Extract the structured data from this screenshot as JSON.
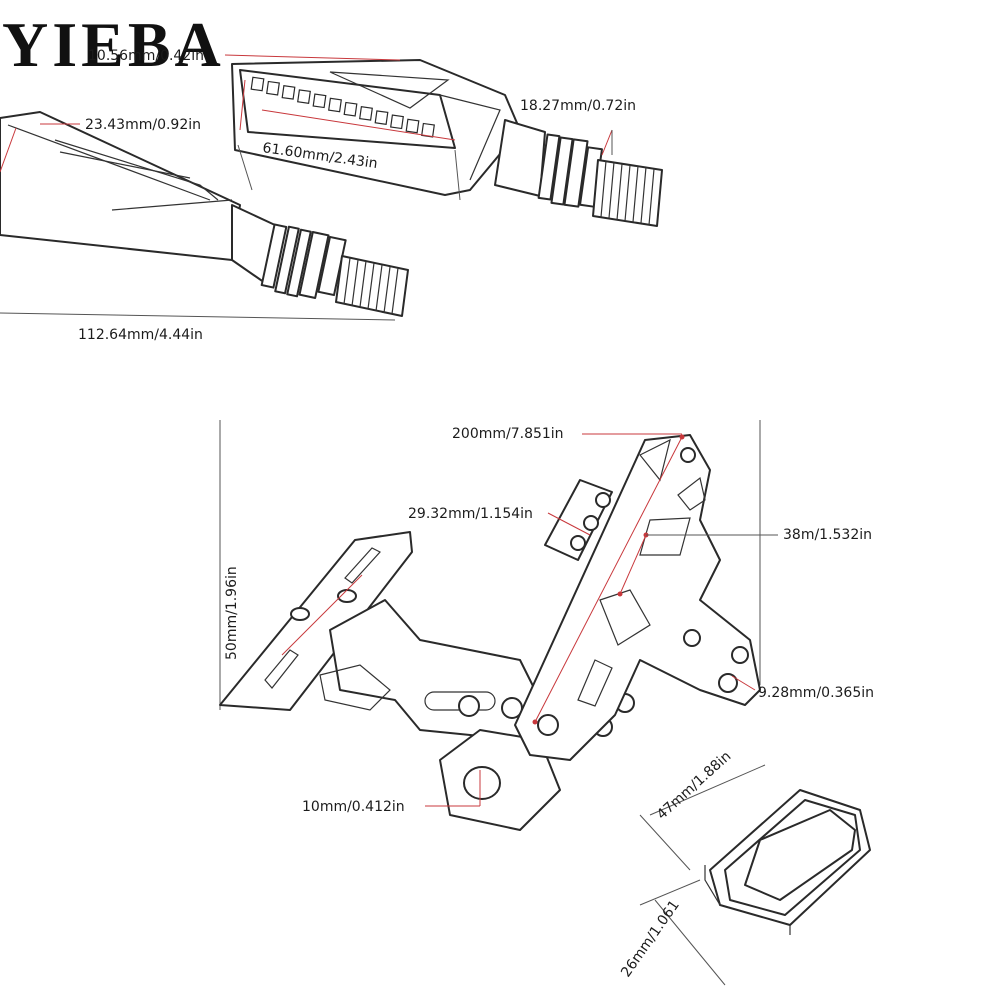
{
  "logo": {
    "text": "YIEBA"
  },
  "indicator": {
    "dim_top": "10.56mm/0.42in",
    "dim_width": "23.43mm/0.92in",
    "dim_lens": "61.60mm/2.43in",
    "dim_thread": "18.27mm/0.72in",
    "dim_length": "112.64mm/4.44in",
    "led_count": 12
  },
  "bracket": {
    "dim_total": "200mm/7.851in",
    "dim_holes": "29.32mm/1.154in",
    "dim_arm": "38m/1.532in",
    "dim_plate": "50mm/1.96in",
    "dim_small_hole": "9.28mm/0.365in",
    "dim_mount_hole": "10mm/0.412in"
  },
  "reflector": {
    "dim_length": "47mm/1.88in",
    "dim_width": "26mm/1.061"
  },
  "colors": {
    "dimension_line": "#c8383c",
    "outline": "#2a2a2a"
  }
}
